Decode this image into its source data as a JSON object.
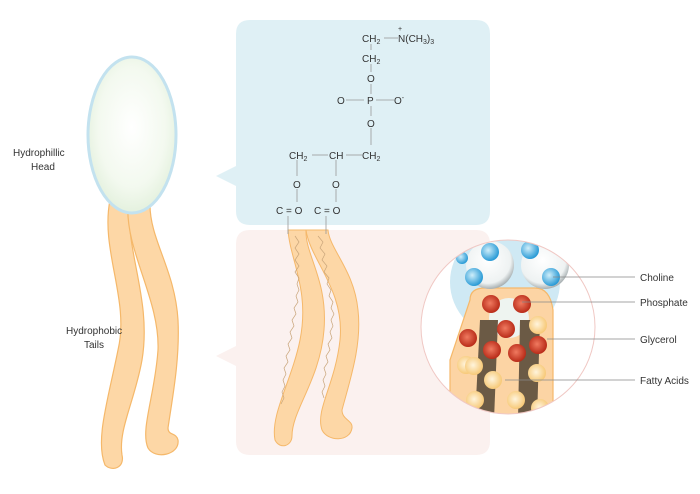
{
  "left_labels": {
    "head_line1": "Hydrophillic",
    "head_line2": "Head",
    "tails_line1": "Hydrophobic",
    "tails_line2": "Tails"
  },
  "chemistry": {
    "ch2": "CH",
    "sub2": "2",
    "n": "N",
    "plus": "+",
    "nme3": "(CH",
    "sub3": "3",
    "close": ")",
    "o": "O",
    "p": "P",
    "ominus": "O",
    "minus": "-",
    "ch": "CH",
    "ceq": "C = O"
  },
  "detail_labels": [
    "Choline",
    "Phosphate",
    "Glycerol",
    "Fatty Acids"
  ],
  "colors": {
    "head_panel": "#dff0f5",
    "tail_panel": "#fbf1ef",
    "tail_fill": "#fdd7a6",
    "tail_stroke": "#f5b86a",
    "choline": "#3aa6dc",
    "phosphate": "#c8321e",
    "glycerol_stick": "#6b5a45"
  }
}
